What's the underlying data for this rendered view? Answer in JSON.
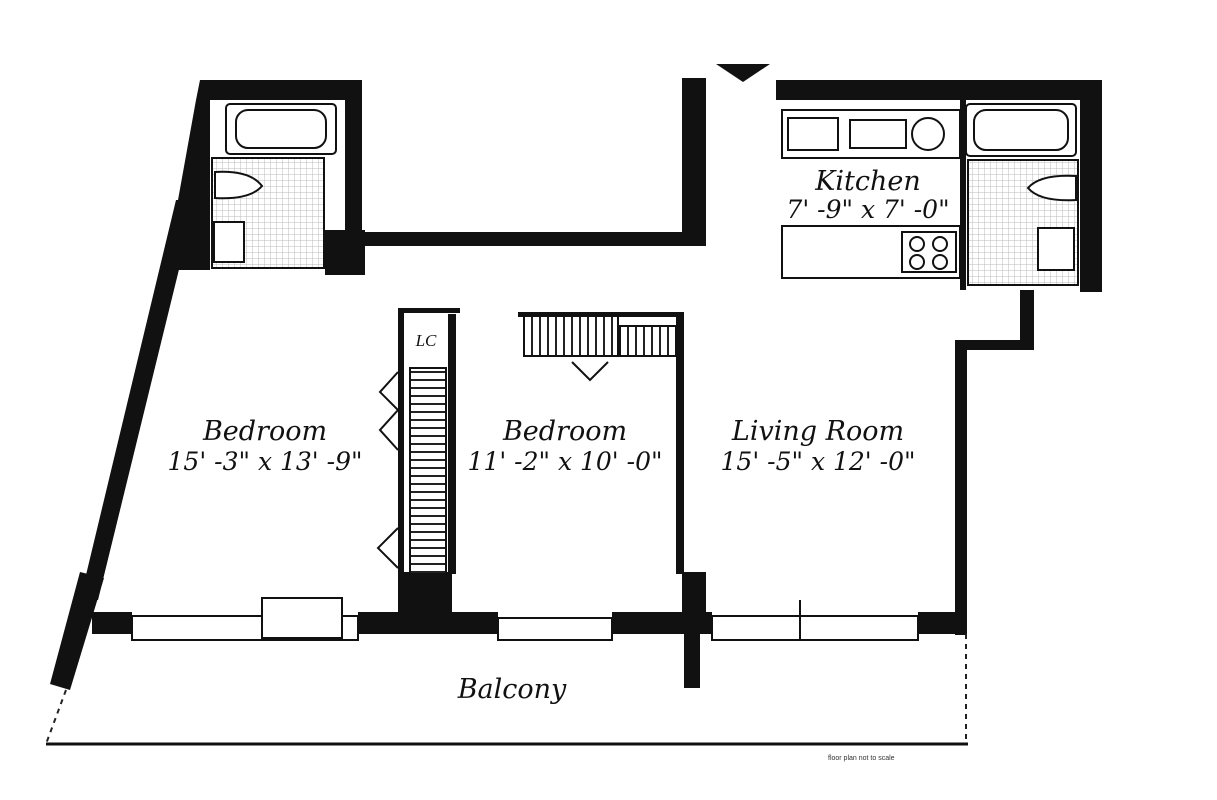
{
  "rooms": [
    {
      "name": "Kitchen",
      "dimensions": "7' -9\" x 7' -0\""
    },
    {
      "name": "Bedroom",
      "dimensions": "15' -3\" x 13' -9\""
    },
    {
      "name": "Bedroom",
      "dimensions": "11' -2\" x 10' -0\""
    },
    {
      "name": "Living Room",
      "dimensions": "15' -5\" x 12' -0\""
    },
    {
      "name": "Balcony"
    }
  ],
  "labels": {
    "linen_closet": "LC",
    "footer_credit": "floor plan not to scale"
  },
  "colors": {
    "wall": "#111111",
    "background": "#ffffff",
    "tile": "#bbbbbb"
  },
  "icons": [
    "entry-arrow-icon",
    "bathtub-icon",
    "toilet-icon",
    "sink-icon",
    "stove-icon"
  ]
}
